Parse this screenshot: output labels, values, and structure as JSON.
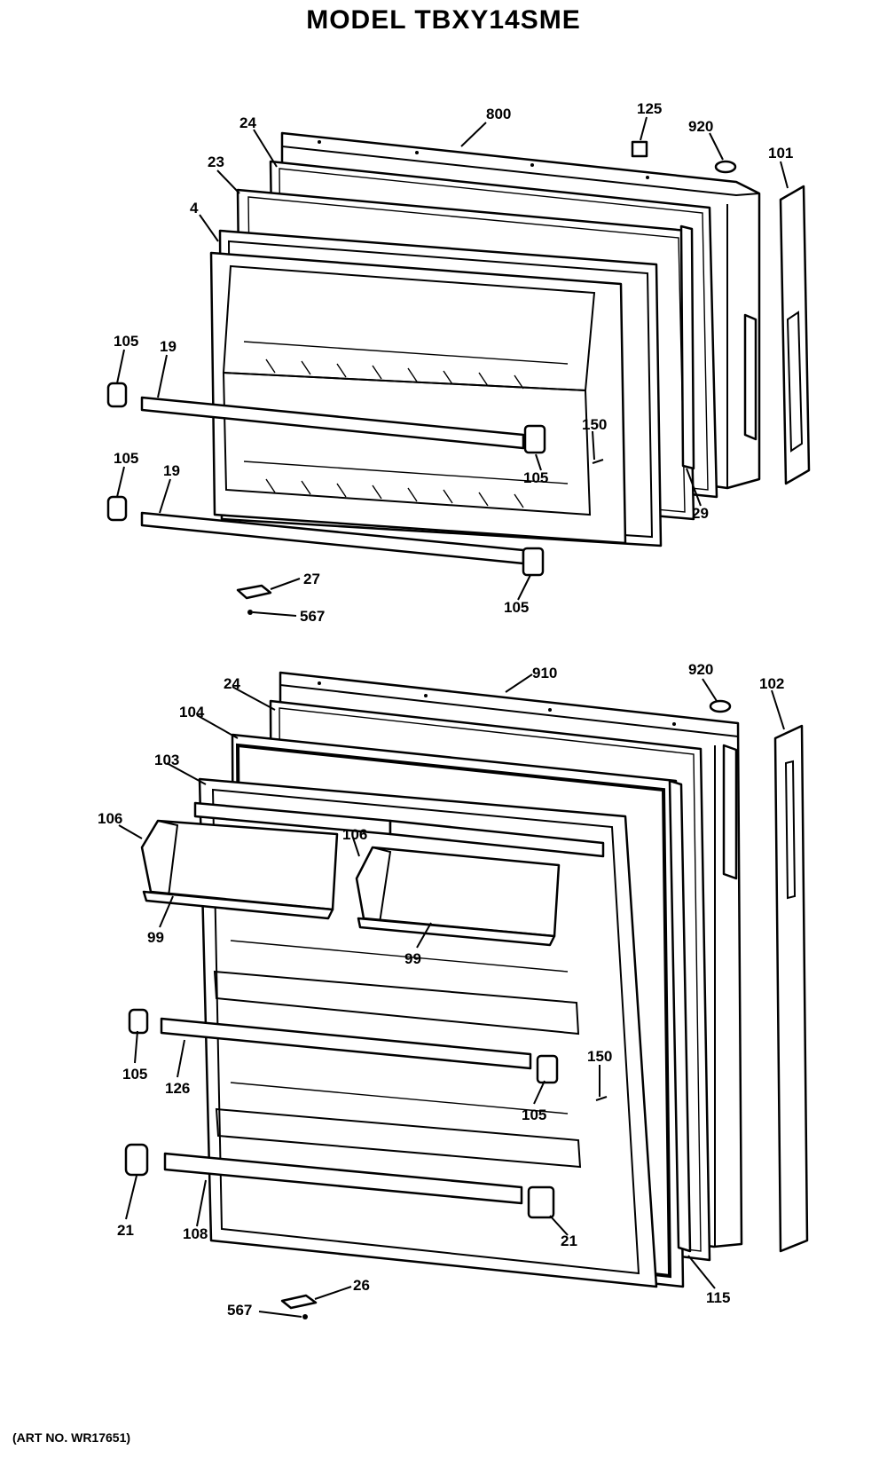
{
  "title": "MODEL TBXY14SME",
  "art_number": "(ART NO. WR17651)",
  "top_labels": {
    "l800": "800",
    "l125": "125",
    "l920": "920",
    "l101": "101",
    "l24": "24",
    "l23": "23",
    "l4": "4",
    "l105a": "105",
    "l19a": "19",
    "l105b": "105",
    "l19b": "19",
    "l150": "150",
    "l105c": "105",
    "l29": "29",
    "l27": "27",
    "l567": "567",
    "l105d": "105"
  },
  "bottom_labels": {
    "l910": "910",
    "l920": "920",
    "l102": "102",
    "l24": "24",
    "l104": "104",
    "l103": "103",
    "l106a": "106",
    "l106b": "106",
    "l99a": "99",
    "l99b": "99",
    "l105a": "105",
    "l126": "126",
    "l150": "150",
    "l105b": "105",
    "l21a": "21",
    "l108": "108",
    "l21b": "21",
    "l115": "115",
    "l26": "26",
    "l567": "567"
  }
}
